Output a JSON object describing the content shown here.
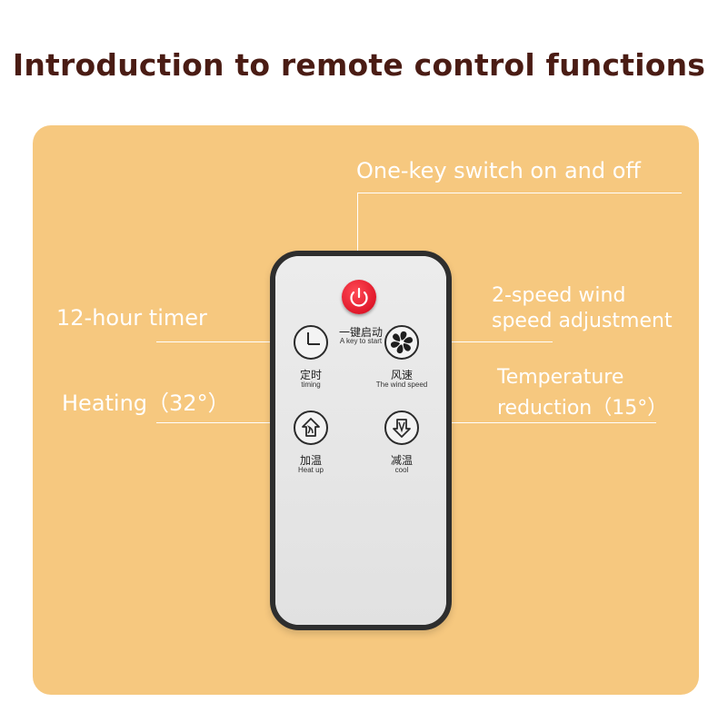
{
  "title": "Introduction to remote control functions",
  "callouts": {
    "power": "One-key switch on and off",
    "timer": "12-hour timer",
    "wind_line1": "2-speed wind",
    "wind_line2": "speed adjustment",
    "heat": "Heating（32°）",
    "cool_line1": "Temperature",
    "cool_line2": "reduction（15°）"
  },
  "remote": {
    "power": {
      "cn": "一键启动",
      "en": "A key to start",
      "icon": "power-icon"
    },
    "timing": {
      "cn": "定时",
      "en": "timing",
      "icon": "clock-icon"
    },
    "wind": {
      "cn": "风速",
      "en": "The wind speed",
      "icon": "fan-icon"
    },
    "heat": {
      "cn": "加温",
      "en": "Heat up",
      "icon": "heat-up-icon"
    },
    "cool": {
      "cn": "减温",
      "en": "cool",
      "icon": "cool-down-icon"
    }
  },
  "colors": {
    "panel": "#f6c87f",
    "title": "#4a1c14",
    "power_button": "#e0182a",
    "callout_text": "#ffffff"
  }
}
